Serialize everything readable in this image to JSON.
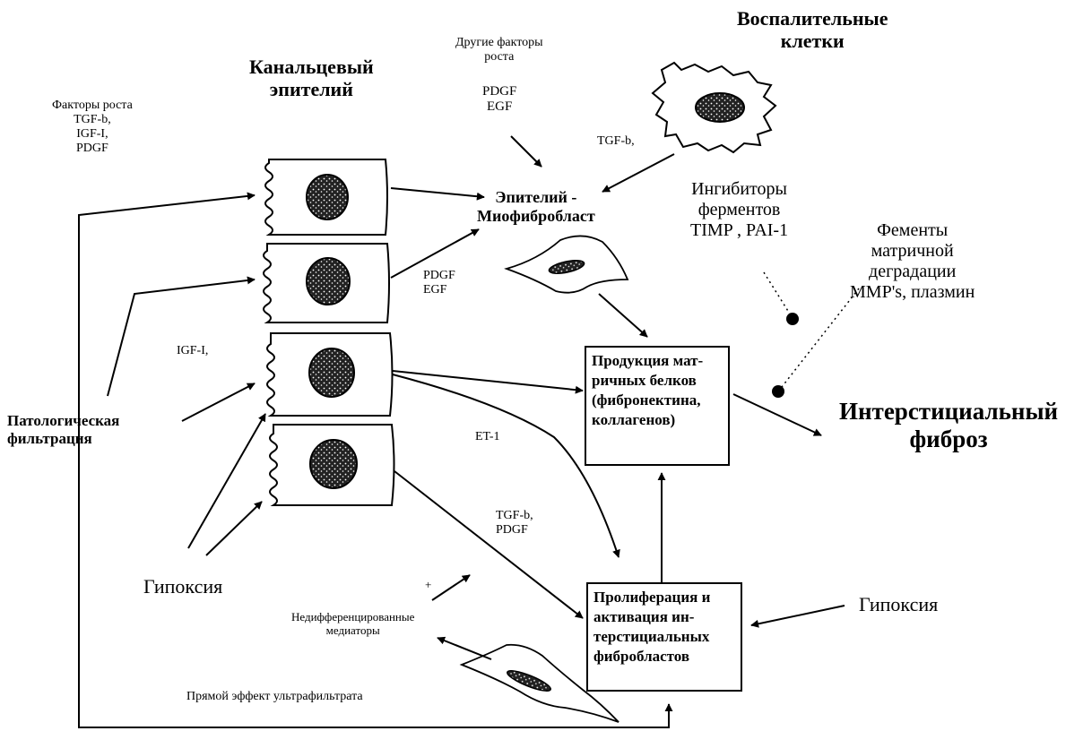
{
  "labels": {
    "inflammatory_cells": "Воспалительные\nклетки",
    "tubular_epithelium": "Канальцевый\nэпителий",
    "growth_factors_left": "Факторы роста\nTGF-b,\nIGF-I,\nPDGF",
    "other_growth_factors": "Другие факторы\nроста",
    "pdgf_egf_top": "PDGF\nEGF",
    "tgf_b_top": "TGF-b,",
    "emt": "Эпителий -\nМиофибробласт",
    "enzyme_inhibitors": "Ингибиторы\nферментов\nTIMP , PAI-1",
    "matrix_degradation": "Фементы\nматричной\nдеградации\nMMP's, плазмин",
    "pdgf_egf_mid": "PDGF\nEGF",
    "igf_mid": "IGF-I,",
    "pathological_filtration": "Патологическая\nфильтрация",
    "et1": "ET-1",
    "interstitial_fibrosis": "Интерстициальный\nфиброз",
    "tgf_pdgf_low": "TGF-b,\nPDGF",
    "hypoxia_left": "Гипоксия",
    "hypoxia_right": "Гипоксия",
    "plus_sign": "+",
    "undiff_mediators": "Недифференцированные\nмедиаторы",
    "ultrafiltrate_effect": "Прямой эффект ультрафильтрата"
  },
  "boxes": {
    "matrix_production": "Продукция мат-\nричных белков\n(фибронектина,\nколлагенов)",
    "fibroblast_proliferation": "Пролиферация и\nактивация ин-\nтерстициальных\nфибробластов"
  }
}
